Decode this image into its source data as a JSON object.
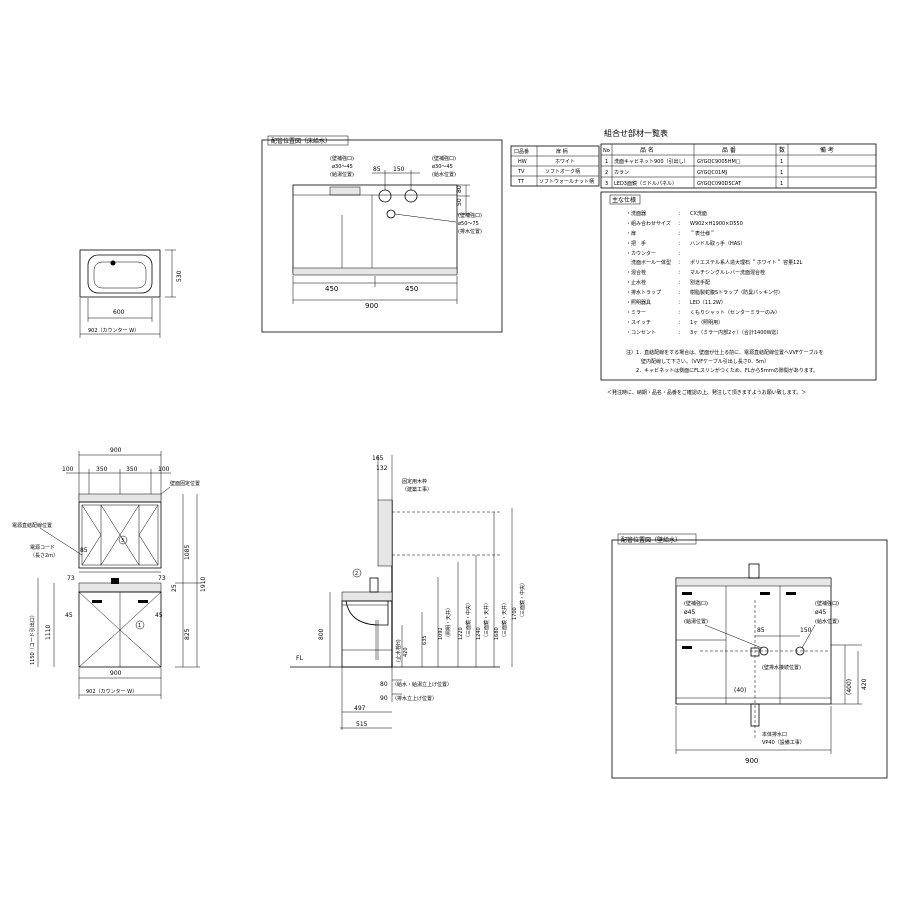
{
  "floor_piping": {
    "title": "配管位置図（床給水）",
    "label_opening_left": "(壁補強口)",
    "label_supply_position": "(給湯位置)",
    "dim_d1": "ø30〜45",
    "label_opening_right": "(壁補強口)",
    "dim_d2": "ø30〜45",
    "label_water_position": "(給水位置)",
    "dim_85": "85",
    "dim_150": "150",
    "dim_80": "80",
    "dim_50": "50",
    "label_opening_drain": "(壁補強口)",
    "dim_drain": "ø50〜75",
    "label_drain_position": "(排水位置)",
    "dim_450a": "450",
    "dim_450b": "450",
    "dim_900": "900"
  },
  "color_table": {
    "headers": [
      "口品番",
      "扉 柄"
    ],
    "rows": [
      [
        "HW",
        "ホワイト"
      ],
      [
        "TV",
        "ソフトオーク柄"
      ],
      [
        "TT",
        "ソフトウォールナット柄"
      ]
    ]
  },
  "parts_list": {
    "title": "組合せ部材一覧表",
    "headers": [
      "No",
      "品 名",
      "品 番",
      "数",
      "備 考"
    ],
    "rows": [
      [
        "1",
        "洗面キャビネット900（引出し）",
        "GYGQC9005HM□",
        "1",
        ""
      ],
      [
        "2",
        "カラン",
        "GYGQC01MJ",
        "1",
        ""
      ],
      [
        "3",
        "LED3面鏡（ミドルパネル）",
        "GYGQC090D5CAT",
        "1",
        ""
      ]
    ]
  },
  "specs": {
    "title": "主な仕様",
    "items": [
      [
        "・洗面器",
        "：",
        "CX洗面"
      ],
      [
        "・組み合わせサイズ",
        "：",
        "W902×H1900×D550"
      ],
      [
        "・扉",
        "：",
        "＂表仕様＂"
      ],
      [
        "・把　手",
        "：",
        "ハンドル取っ手（HAS）"
      ],
      [
        "・カウンター",
        "：",
        ""
      ],
      [
        "　洗面ボール一体型",
        "：",
        "ポリエステル系人造大理石 ＂ホワイト＂ 容量12L"
      ],
      [
        "・混合栓",
        "：",
        "マルチシングルレバー洗面混合栓"
      ],
      [
        "・止水栓",
        "：",
        "別途手配"
      ],
      [
        "・排水トラップ",
        "：",
        "樹脂製蛇腹Sトラップ（防臭パッキン付）"
      ],
      [
        "・照明器具",
        "：",
        "LED（11.2W）"
      ],
      [
        "・ミラー",
        "：",
        "くもりシャット（センターミラーのみ）"
      ],
      [
        "・スイッチ",
        "：",
        "1ヶ（照明用）"
      ],
      [
        "・コンセント",
        "：",
        "3ヶ（ミラー内部2ヶ）（合計1400W迄）"
      ]
    ],
    "notes": [
      "注）1．直結配線をする場合は、壁面が仕上る前に、電源直結配線位置へVVFケーブルを",
      "　　　壁内配線して下さい。（VVFケーブル引出し長さ0．5ｍ）",
      "　　2．キャビネットは側面にFLスリンがつくため、FLから5ｍｍの隙間があります。"
    ],
    "footer": "＜発注時に、納期・品名・品番をご確認の上、発注して頂きますようお願い致します。＞"
  },
  "top_view": {
    "dim_530": "530",
    "dim_600": "600",
    "dim_902": "902（カウンター W）"
  },
  "front_view": {
    "dim_900": "900",
    "dim_100a": "100",
    "dim_350a": "350",
    "dim_350b": "350",
    "dim_100b": "100",
    "label_wall_fix": "壁面固定位置",
    "label_power_direct": "電源直結配線位置",
    "dim_85": "85",
    "label_power_cord": "電源コード",
    "label_cord_len": "（長さ2ｍ）",
    "dim_73a": "73",
    "dim_73b": "73",
    "dim_25": "25",
    "dim_45a": "45",
    "dim_45b": "45",
    "dim_1085": "1085",
    "dim_1910": "1910",
    "dim_825": "825",
    "dim_1110": "1110",
    "dim_1150": "1150（コード引出口）",
    "bottom_900": "900",
    "bottom_902": "902（カウンター W）",
    "marker_1": "1",
    "marker_3": "3"
  },
  "side_view": {
    "dim_165": "165",
    "dim_132": "132",
    "label_fixing": "固定用木枠",
    "label_fixing2": "（建築工事）",
    "marker_2": "2",
    "dim_800": "800",
    "dim_420": "420",
    "label_420": "(止水栓H)",
    "dim_635": "635",
    "dim_1092": "1092",
    "label_1092": "（照明・天井）",
    "dim_1220": "1220",
    "label_1220": "（三面鏡・中央）",
    "dim_1240": "1240",
    "label_1240": "（三面鏡・天井）",
    "dim_1680": "1680",
    "label_1680": "（三面鏡・天井）",
    "dim_1700": "1700",
    "label_1700": "（三面鏡・中央）",
    "label_fl": "FL",
    "dim_80": "80",
    "label_80": "（給水・給湯立上げ位置）",
    "dim_90": "90",
    "label_90": "（排水立上げ位置）",
    "dim_497": "497",
    "dim_515": "515"
  },
  "wall_piping": {
    "title": "配管位置図（壁給水）",
    "label_left_opening": "(壁補強口)",
    "dim_left": "ø45",
    "label_left_pos": "(給湯位置)",
    "label_right_opening": "(壁補強口)",
    "dim_right": "ø45",
    "label_right_pos": "(給水位置)",
    "dim_85": "85",
    "dim_150": "150",
    "label_drain": "(壁排水接続位置)",
    "dim_40": "(40)",
    "dim_400": "(400)",
    "dim_420": "420",
    "label_pipe": "本体排水口",
    "label_pipe2": "VP40（設備工事）",
    "dim_900": "900"
  }
}
